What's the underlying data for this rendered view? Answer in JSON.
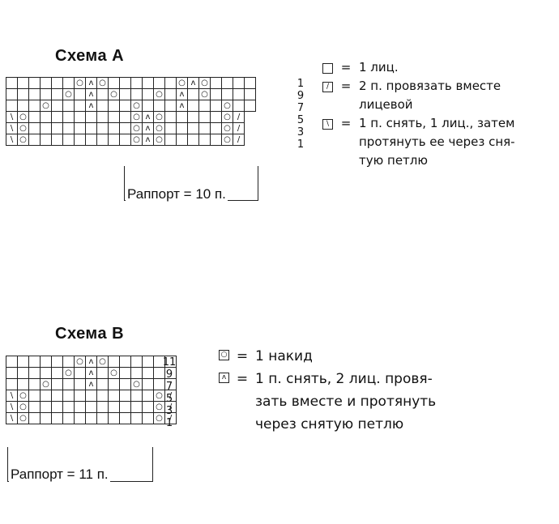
{
  "symbols": {
    "blank": "",
    "yo": "○",
    "k2tog": "/",
    "skp": "\\",
    "sk2p": "ʌ"
  },
  "schemeA": {
    "title": "Схема А",
    "row_numbers": [
      "1",
      "9",
      "7",
      "5",
      "3",
      "1"
    ],
    "repeat_label": "Раппорт = 10 п.",
    "grid": [
      "......OʌO......OʌO....",
      ".....O.ʌ.O...O.ʌ.O....",
      "...O...ʌ...O...ʌ...O..",
      "\\O.........OʌO.....O/",
      "\\O.........OʌO.....O/",
      "\\O.........OʌO.....O/"
    ],
    "legend": [
      {
        "symbol": "blank",
        "text": "1 лиц."
      },
      {
        "symbol": "k2tog",
        "text": "2 п. провязать вместе лицевой"
      },
      {
        "symbol": "skp",
        "text": "1 п. снять, 1 лиц., затем протянуть ее через сня-тую петлю"
      }
    ],
    "legend_lines": [
      [
        "1 лиц."
      ],
      [
        "2 п. провязать вместе",
        "лицевой"
      ],
      [
        "1 п. снять, 1 лиц., затем",
        "протянуть ее через сня-",
        "тую петлю"
      ]
    ]
  },
  "schemeB": {
    "title": "Схема В",
    "row_numbers": [
      "11",
      "9",
      "7",
      "5",
      "3",
      "1"
    ],
    "repeat_label": "Раппорт = 11 п.",
    "grid": [
      "......OʌO......",
      ".....O.ʌ.O.....",
      "...O...ʌ...O...",
      "\\O...........O/",
      "\\O...........O/",
      "\\O...........O/"
    ],
    "legend_lines": [
      [
        "1 накид"
      ],
      [
        "1 п. снять, 2 лиц. провя-",
        "зать вместе и протянуть",
        "через снятую петлю"
      ]
    ],
    "legend_symbols": [
      "yo",
      "sk2p"
    ]
  },
  "equals": "="
}
